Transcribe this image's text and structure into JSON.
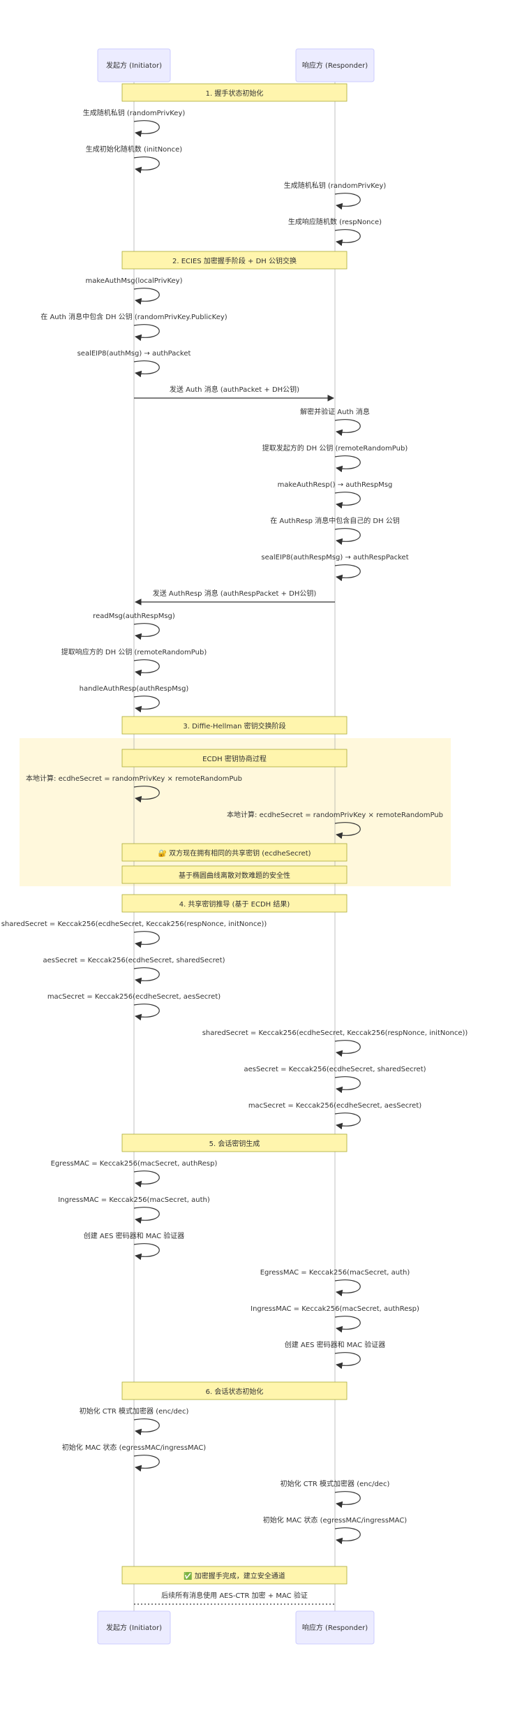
{
  "participants": {
    "initiator": "发起方 (Initiator)",
    "responder": "响应方 (Responder)"
  },
  "sections": {
    "s1": "1. 握手状态初始化",
    "s2": "2. ECIES 加密握手阶段 + DH 公钥交换",
    "s3": "3. Diffie-Hellman 密钥交换阶段",
    "ecdh_title": "ECDH 密钥协商过程",
    "shared_note": "🔐 双方现在拥有相同的共享密钥 (ecdheSecret)",
    "security_note": "基于椭圆曲线离散对数难题的安全性",
    "s4": "4. 共享密钥推导 (基于 ECDH 结果)",
    "s5": "5. 会话密钥生成",
    "s6": "6. 会话状态初始化",
    "done": "✅ 加密握手完成，建立安全通道"
  },
  "steps": {
    "i_priv": "生成随机私钥 (randomPrivKey)",
    "i_nonce": "生成初始化随机数 (initNonce)",
    "r_priv": "生成随机私钥 (randomPrivKey)",
    "r_nonce": "生成响应随机数 (respNonce)",
    "make_auth": "makeAuthMsg(localPrivKey)",
    "auth_dh": "在 Auth 消息中包含 DH 公钥 (randomPrivKey.PublicKey)",
    "seal_auth": "sealEIP8(authMsg) → authPacket",
    "send_auth": "发送 Auth 消息 (authPacket + DH公钥)",
    "decrypt_auth": "解密并验证 Auth 消息",
    "extract_init_pub": "提取发起方的 DH 公钥 (remoteRandomPub)",
    "make_resp": "makeAuthResp() → authRespMsg",
    "resp_dh": "在 AuthResp 消息中包含自己的 DH 公钥",
    "seal_resp": "sealEIP8(authRespMsg) → authRespPacket",
    "send_resp": "发送 AuthResp 消息 (authRespPacket + DH公钥)",
    "read_msg": "readMsg(authRespMsg)",
    "extract_resp_pub": "提取响应方的 DH 公钥 (remoteRandomPub)",
    "handle_resp": "handleAuthResp(authRespMsg)",
    "i_ecdhe": "本地计算: ecdheSecret = randomPrivKey × remoteRandomPub",
    "r_ecdhe": "本地计算: ecdheSecret = randomPrivKey × remoteRandomPub",
    "i_shared": "sharedSecret = Keccak256(ecdheSecret, Keccak256(respNonce, initNonce))",
    "i_aes": "aesSecret = Keccak256(ecdheSecret, sharedSecret)",
    "i_mac": "macSecret = Keccak256(ecdheSecret, aesSecret)",
    "r_shared": "sharedSecret = Keccak256(ecdheSecret, Keccak256(respNonce, initNonce))",
    "r_aes": "aesSecret = Keccak256(ecdheSecret, sharedSecret)",
    "r_mac": "macSecret = Keccak256(ecdheSecret, aesSecret)",
    "i_egress": "EgressMAC = Keccak256(macSecret, authResp)",
    "i_ingress": "IngressMAC = Keccak256(macSecret, auth)",
    "i_cipher": "创建 AES 密码器和 MAC 验证器",
    "r_egress": "EgressMAC = Keccak256(macSecret, auth)",
    "r_ingress": "IngressMAC = Keccak256(macSecret, authResp)",
    "r_cipher": "创建 AES 密码器和 MAC 验证器",
    "i_ctr": "初始化 CTR 模式加密器 (enc/dec)",
    "i_mac_state": "初始化 MAC 状态 (egressMAC/ingressMAC)",
    "r_ctr": "初始化 CTR 模式加密器 (enc/dec)",
    "r_mac_state": "初始化 MAC 状态 (egressMAC/ingressMAC)",
    "after": "后续所有消息使用 AES-CTR 加密 + MAC 验证"
  },
  "colors": {
    "actor_fill": "#ECECFF",
    "actor_stroke": "#CCCCFF",
    "note_fill": "#FFF5AD",
    "note_stroke": "#AAAA33",
    "rect_fill": "#FFF8DC",
    "line": "#333333",
    "lifeline": "#999999"
  }
}
